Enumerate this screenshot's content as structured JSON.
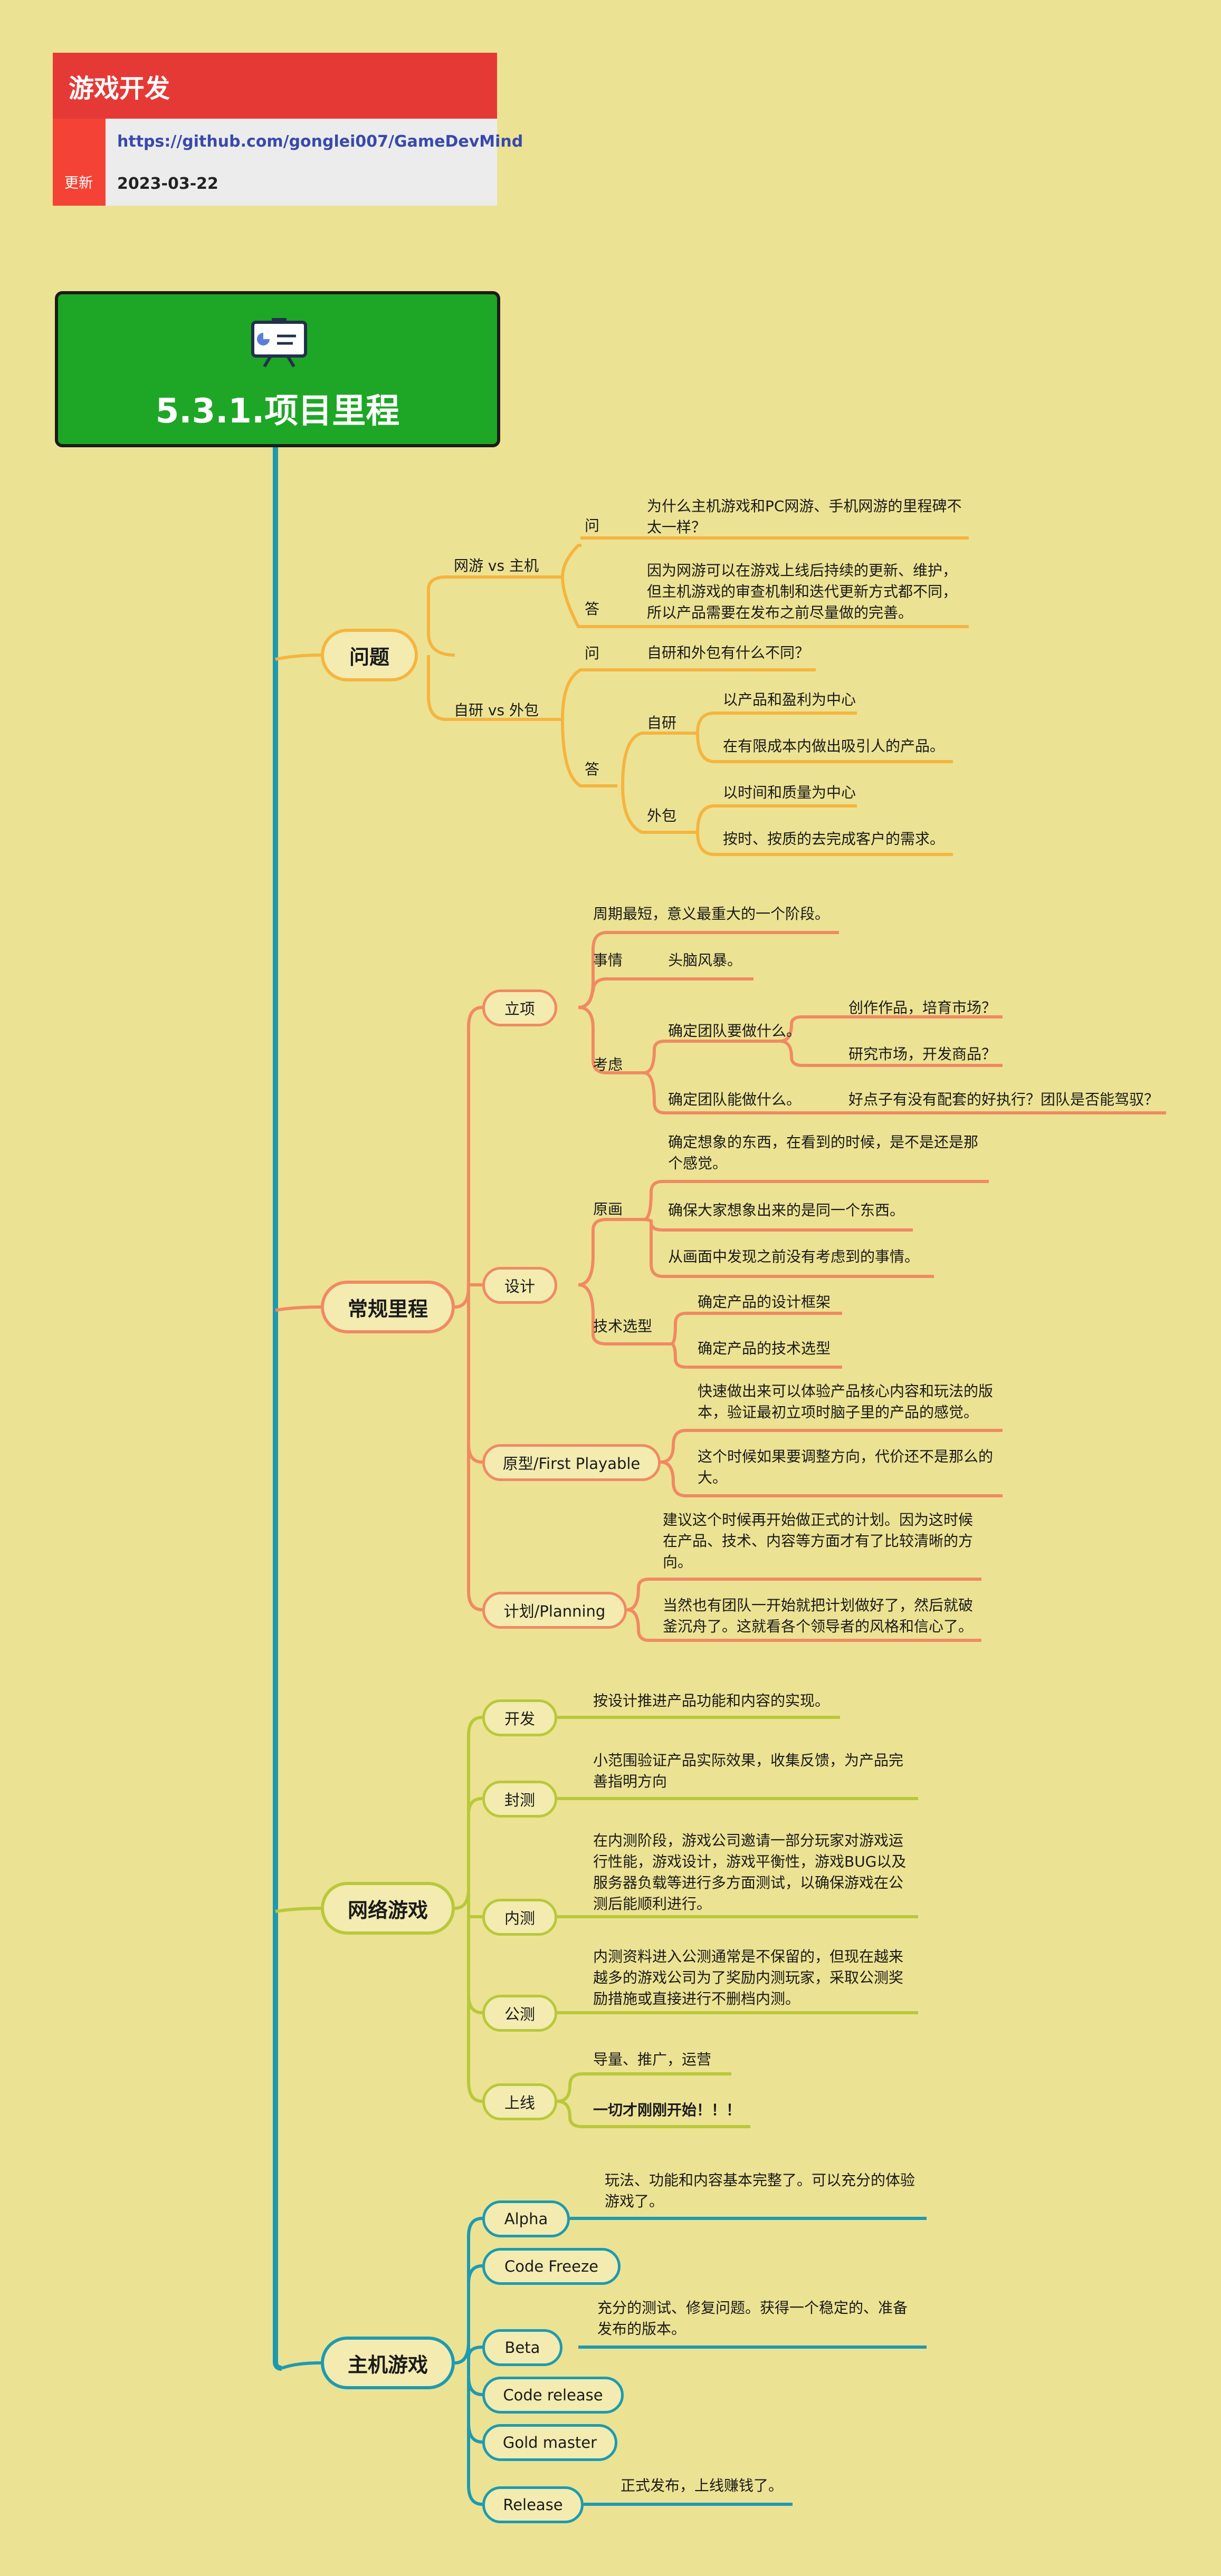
{
  "header": {
    "title": "游戏开发",
    "update_label": "更新",
    "url": "https://github.com/gonglei007/GameDevMind",
    "date": "2023-03-22"
  },
  "root": {
    "title": "5.3.1.项目里程",
    "icon": "presentation-board-icon"
  },
  "colors": {
    "trunk": "#1e9ab0",
    "problem": "#f5b540",
    "regular": "#f08a63",
    "online": "#b9c83a",
    "console": "#1e9ab0"
  },
  "branches": {
    "problem": {
      "label": "问题",
      "online_vs_console": {
        "label": "网游 vs 主机",
        "q_label": "问",
        "q": "为什么主机游戏和PC网游、手机网游的里程碑不太一样？",
        "a_label": "答",
        "a": "因为网游可以在游戏上线后持续的更新、维护，但主机游戏的审查机制和迭代更新方式都不同，所以产品需要在发布之前尽量做的完善。"
      },
      "self_vs_outsource": {
        "label": "自研 vs 外包",
        "q_label": "问",
        "q": "自研和外包有什么不同？",
        "a_label": "答",
        "self_label": "自研",
        "self_items": [
          "以产品和盈利为中心",
          "在有限成本内做出吸引人的产品。"
        ],
        "out_label": "外包",
        "out_items": [
          "以时间和质量为中心",
          "按时、按质的去完成客户的需求。"
        ]
      }
    },
    "regular": {
      "label": "常规里程",
      "kickoff": {
        "label": "立项",
        "desc": "周期最短，意义最重大的一个阶段。",
        "task_label": "事情",
        "task": "头脑风暴。",
        "consider_label": "考虑",
        "team_what": "确定团队要做什么。",
        "what_items": [
          "创作作品，培育市场？",
          "研究市场，开发商品？"
        ],
        "team_can": "确定团队能做什么。",
        "can_item": "好点子有没有配套的好执行？团队是否能驾驭？"
      },
      "design": {
        "label": "设计",
        "concept_label": "原画",
        "concept_items": [
          "确定想象的东西，在看到的时候，是不是还是那个感觉。",
          "确保大家想象出来的是同一个东西。",
          "从画面中发现之前没有考虑到的事情。"
        ],
        "tech_label": "技术选型",
        "tech_items": [
          "确定产品的设计框架",
          "确定产品的技术选型"
        ]
      },
      "prototype": {
        "label": "原型/First Playable",
        "items": [
          "快速做出来可以体验产品核心内容和玩法的版本，验证最初立项时脑子里的产品的感觉。",
          "这个时候如果要调整方向，代价还不是那么的大。"
        ]
      },
      "planning": {
        "label": "计划/Planning",
        "items": [
          "建议这个时候再开始做正式的计划。因为这时候在产品、技术、内容等方面才有了比较清晰的方向。",
          "当然也有团队一开始就把计划做好了，然后就破釜沉舟了。这就看各个领导者的风格和信心了。"
        ]
      }
    },
    "online": {
      "label": "网络游戏",
      "dev": {
        "label": "开发",
        "desc": "按设计推进产品功能和内容的实现。"
      },
      "closed": {
        "label": "封测",
        "desc": "小范围验证产品实际效果，收集反馈，为产品完善指明方向"
      },
      "internal": {
        "label": "内测",
        "desc": "在内测阶段，游戏公司邀请一部分玩家对游戏运行性能，游戏设计，游戏平衡性，游戏BUG以及服务器负载等进行多方面测试，以确保游戏在公测后能顺利进行。"
      },
      "public": {
        "label": "公测",
        "desc": "内测资料进入公测通常是不保留的，但现在越来越多的游戏公司为了奖励内测玩家，采取公测奖励措施或直接进行不删档内测。"
      },
      "launch": {
        "label": "上线",
        "items": [
          "导量、推广，运营",
          "一切才刚刚开始！！！"
        ]
      }
    },
    "console": {
      "label": "主机游戏",
      "alpha": {
        "label": "Alpha",
        "desc": "玩法、功能和内容基本完整了。可以充分的体验游戏了。"
      },
      "code_freeze": {
        "label": "Code Freeze"
      },
      "beta": {
        "label": "Beta",
        "desc": "充分的测试、修复问题。获得一个稳定的、准备发布的版本。"
      },
      "code_release": {
        "label": "Code release"
      },
      "gold_master": {
        "label": "Gold master"
      },
      "release": {
        "label": "Release",
        "desc": "正式发布，上线赚钱了。"
      }
    }
  }
}
